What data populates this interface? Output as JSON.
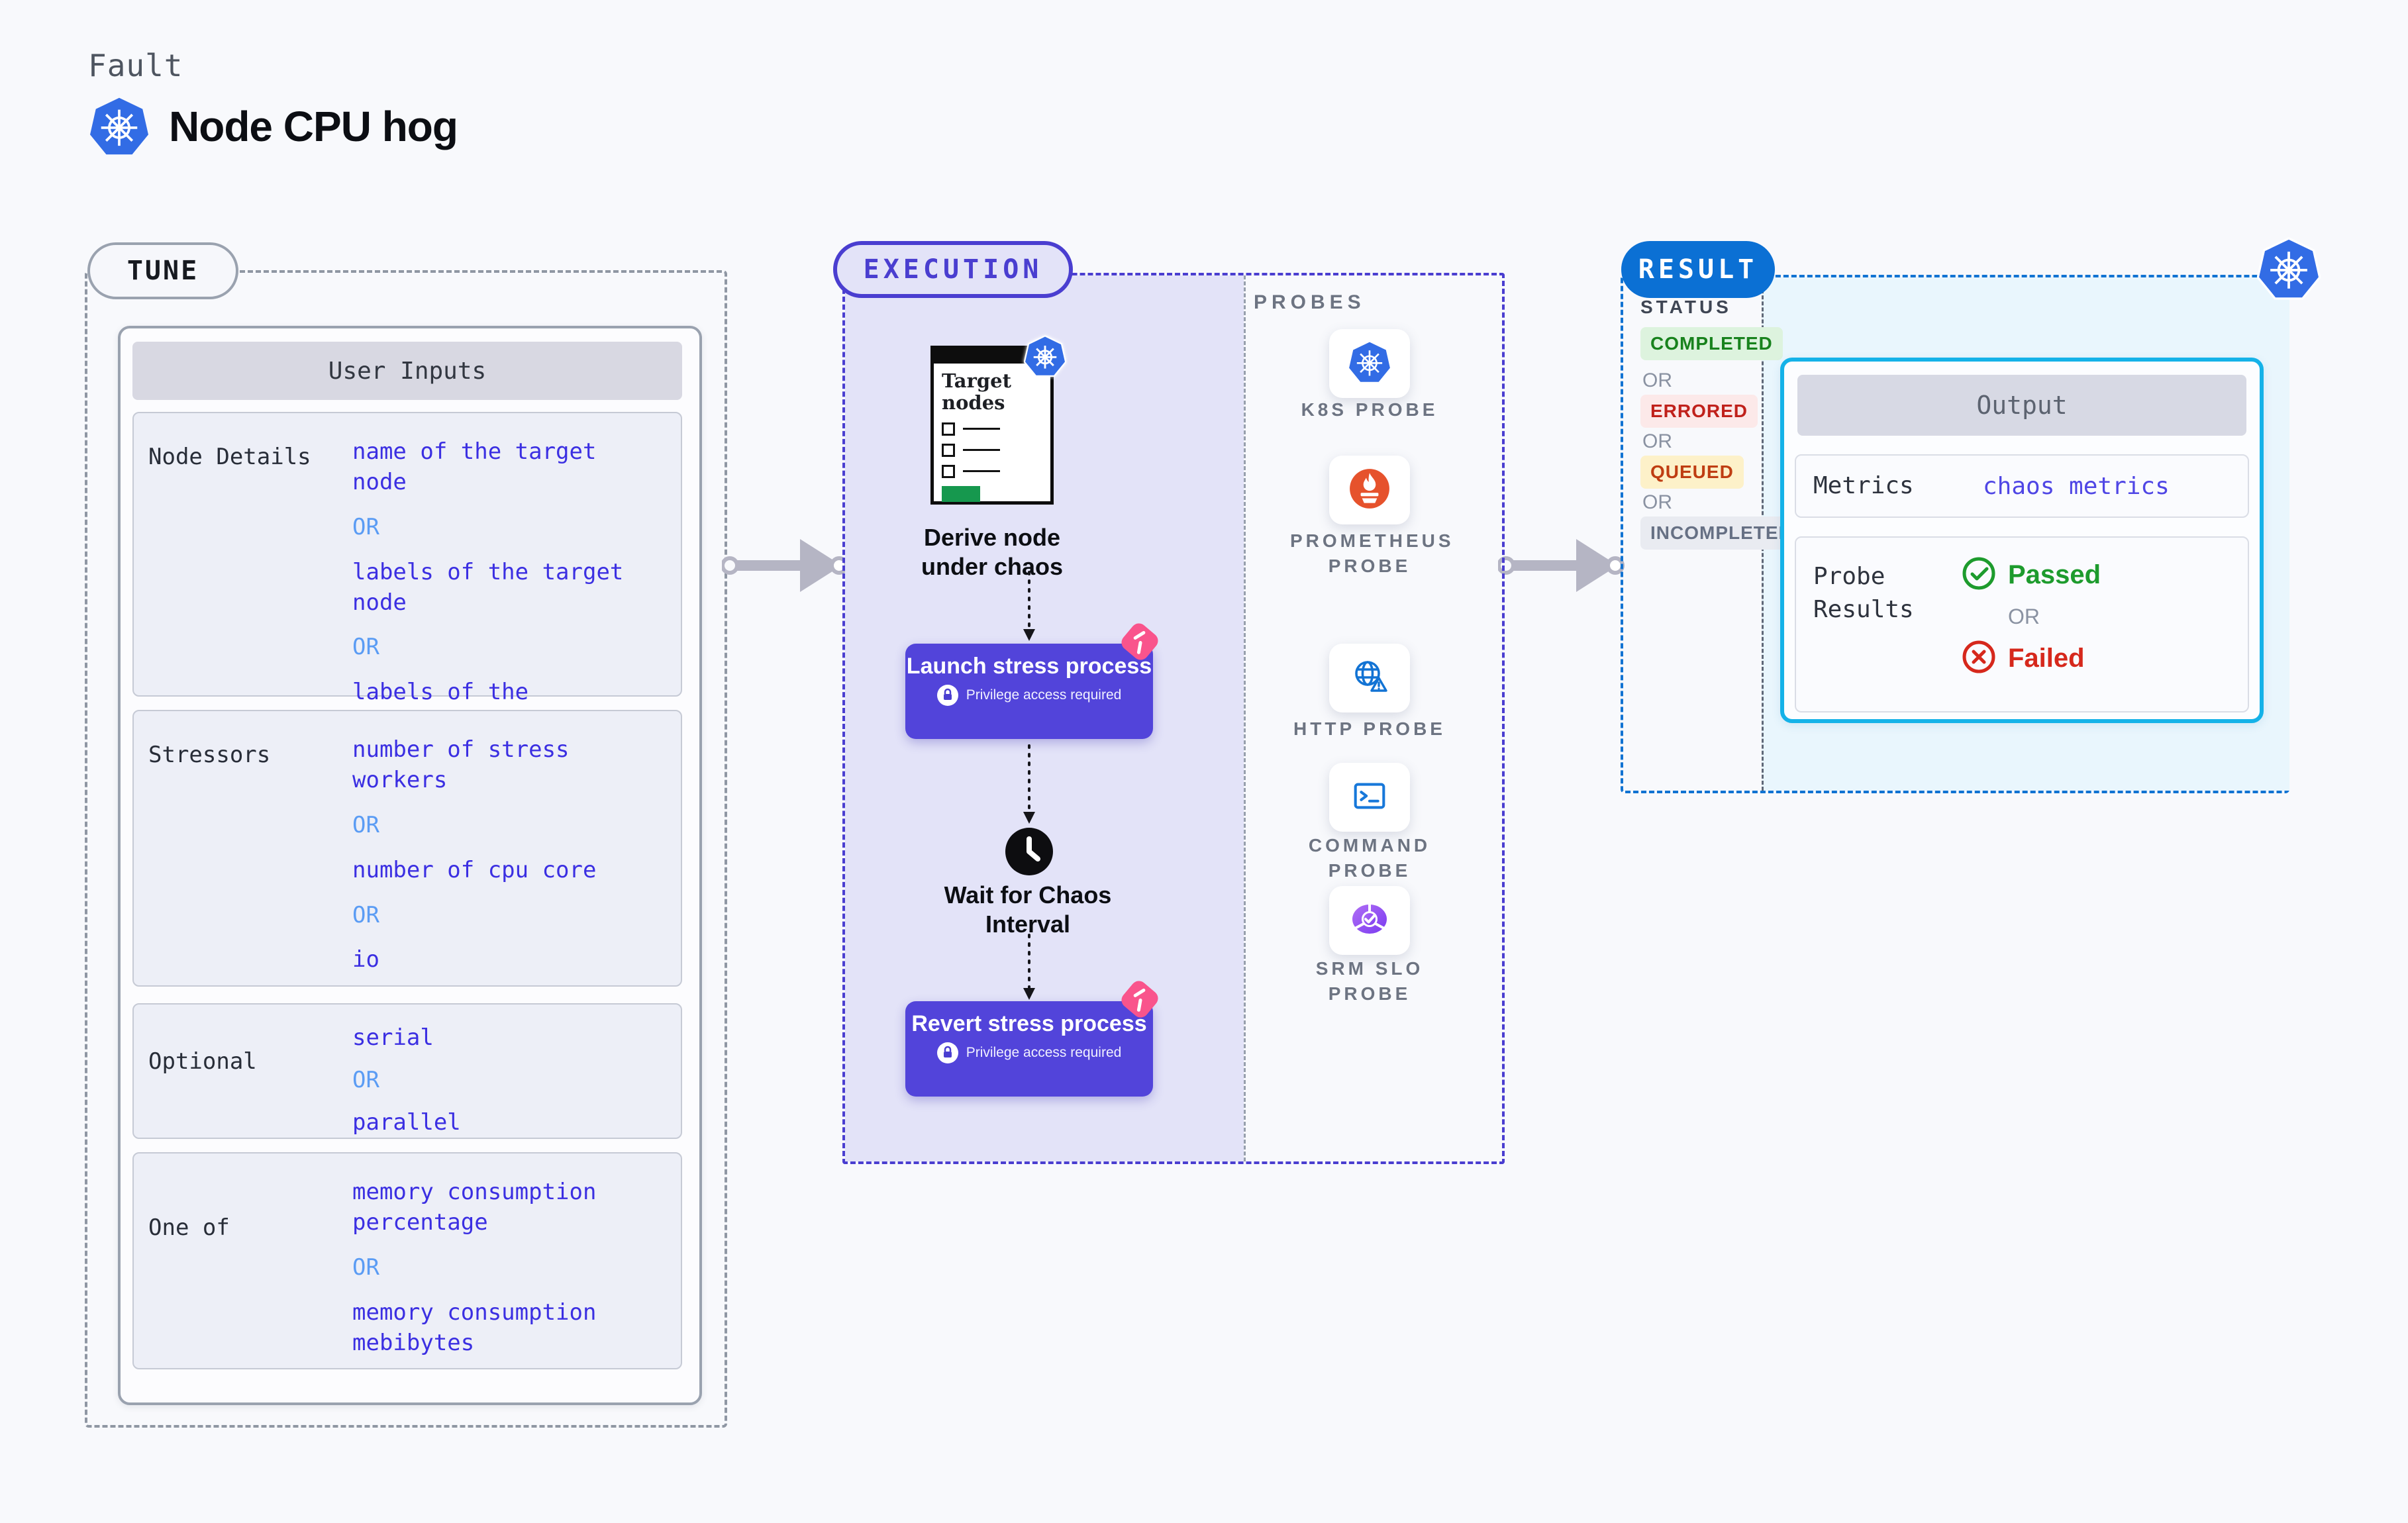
{
  "header": {
    "eyebrow": "Fault",
    "title": "Node CPU hog",
    "title_icon": "kubernetes-icon"
  },
  "tune": {
    "badge": "TUNE",
    "panel_title": "User Inputs",
    "rows": [
      {
        "label": "Node Details",
        "values": [
          "name of the target node",
          "OR",
          "labels of the target node",
          "OR",
          "labels of the application scheduled on target node"
        ]
      },
      {
        "label": "Stressors",
        "values": [
          "number of stress workers",
          "OR",
          "number of cpu core",
          "OR",
          "io"
        ]
      },
      {
        "label": "Optional",
        "values": [
          "serial",
          "OR",
          "parallel"
        ]
      },
      {
        "label": "One of",
        "values": [
          "memory consumption percentage",
          "OR",
          "memory consumption mebibytes"
        ]
      }
    ]
  },
  "execution": {
    "badge": "EXECUTION",
    "target_card": {
      "title": "Target nodes",
      "icon": "kubernetes-icon"
    },
    "step1_label": "Derive node under chaos",
    "launch_button": {
      "title": "Launch stress process",
      "subtitle": "Privilege access required"
    },
    "wait_label": "Wait for Chaos Interval",
    "revert_button": {
      "title": "Revert stress process",
      "subtitle": "Privilege access required"
    }
  },
  "probes": {
    "title": "PROBES",
    "items": [
      {
        "label": "K8S PROBE",
        "icon": "kubernetes-icon"
      },
      {
        "label": "PROMETHEUS PROBE",
        "icon": "prometheus-icon"
      },
      {
        "label": "HTTP PROBE",
        "icon": "http-globe-icon"
      },
      {
        "label": "COMMAND PROBE",
        "icon": "terminal-icon"
      },
      {
        "label": "SRM SLO PROBE",
        "icon": "srm-slo-icon"
      }
    ]
  },
  "result": {
    "badge": "RESULT",
    "corner_icon": "kubernetes-icon",
    "status_title": "STATUS",
    "or_label": "OR",
    "statuses": [
      {
        "label": "COMPLETED",
        "bg": "#ddf3de",
        "color": "#18821d"
      },
      {
        "label": "ERRORED",
        "bg": "#fce9e9",
        "color": "#c0211b"
      },
      {
        "label": "QUEUED",
        "bg": "#fdf1c9",
        "color": "#bf3d12"
      },
      {
        "label": "INCOMPLETED",
        "bg": "#e9ebf1",
        "color": "#667084"
      }
    ],
    "output": {
      "title": "Output",
      "metrics_label": "Metrics",
      "metrics_value": "chaos metrics",
      "probe_results_label": "Probe Results",
      "passed_label": "Passed",
      "failed_label": "Failed",
      "passed_color": "#1d9b2d",
      "failed_color": "#d6281c"
    }
  },
  "colors": {
    "page_bg": "#f8f9fc",
    "accent_indigo": "#4a3ed0",
    "value_blue": "#3b2fe2",
    "or_blue": "#5b9cf4",
    "result_blue": "#0b70d4",
    "output_cyan": "#14b2e8",
    "button_purple": "#5244da",
    "chaos_pink": "#f9548c",
    "kubernetes_blue": "#326ce5",
    "prometheus_orange": "#e6522c",
    "green_passed": "#1d9b2d",
    "red_failed": "#d6281c"
  }
}
